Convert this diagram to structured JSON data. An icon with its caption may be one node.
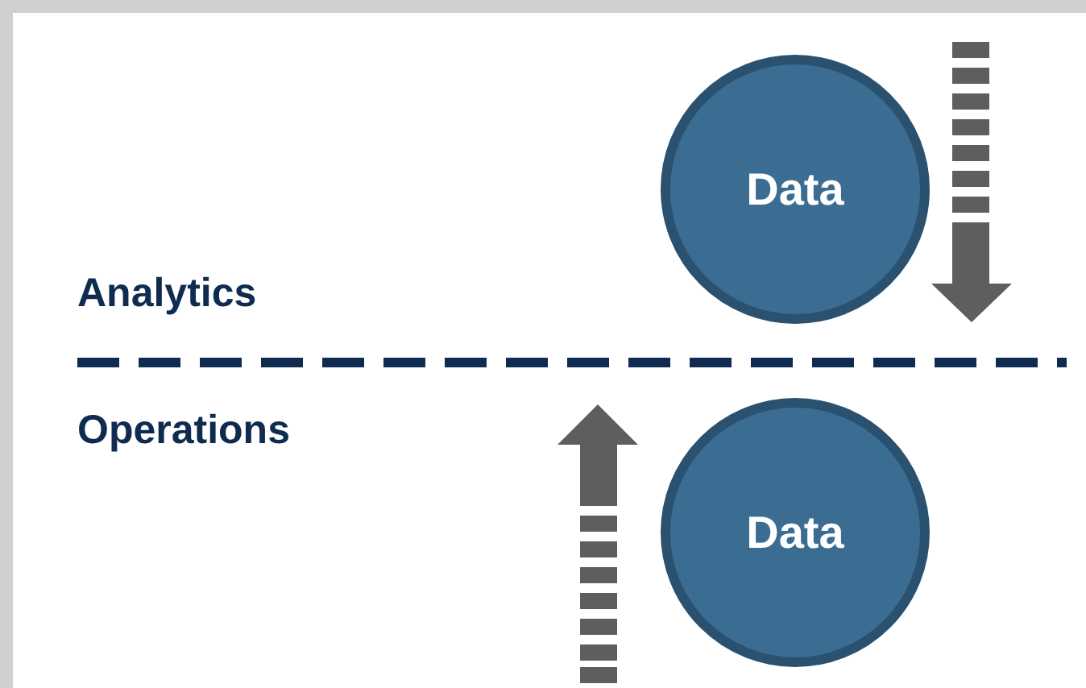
{
  "diagram": {
    "nodes": [
      {
        "text": [
          "Data"
        ]
      },
      {
        "text": [
          "Data"
        ]
      }
    ],
    "labels": [
      "Analytics",
      "Operations"
    ]
  }
}
